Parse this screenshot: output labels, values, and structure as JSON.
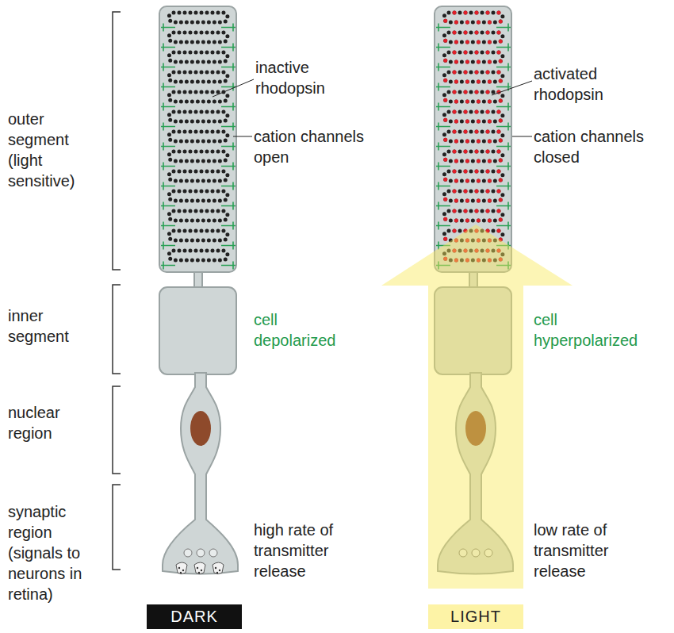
{
  "diagram": {
    "nodes": [
      {
        "text": [
          "DARK"
        ]
      },
      {
        "text": [
          "LIGHT"
        ]
      }
    ],
    "labels": [
      "outer segment (light sensitive)",
      "inactive rhodopsin",
      "cation channels open",
      "activated rhodopsin",
      "cation channels closed",
      "inner segment",
      "cell depolarized",
      "cell hyperpolarized",
      "nuclear region",
      "synaptic region (signals to neurons in retina)",
      "high rate of transmitter release",
      "low rate of transmitter release"
    ]
  }
}
